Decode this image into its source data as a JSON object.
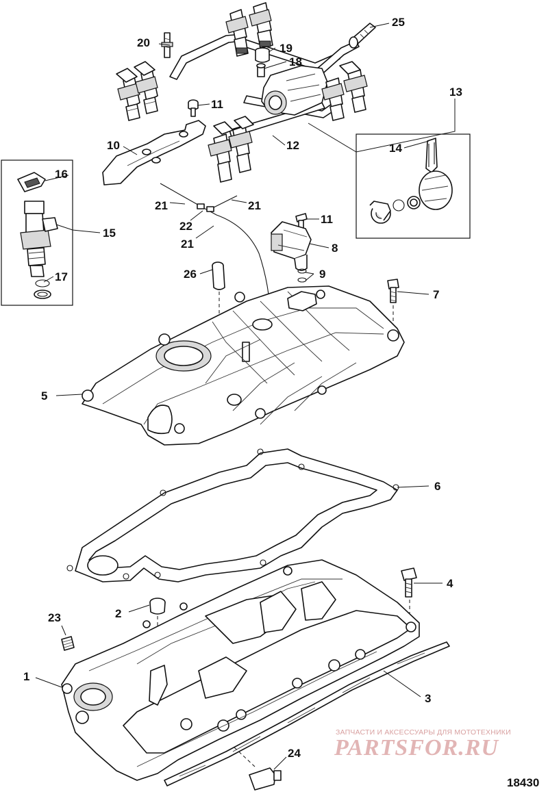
{
  "part_numbers": [
    "1",
    "2",
    "3",
    "4",
    "5",
    "6",
    "7",
    "8",
    "9",
    "10",
    "11",
    "11",
    "12",
    "13",
    "14",
    "15",
    "16",
    "17",
    "18",
    "19",
    "20",
    "21",
    "21",
    "21",
    "22",
    "23",
    "24",
    "25",
    "26"
  ],
  "watermark": {
    "caption": "ЗАПЧАСТИ И АКСЕССУАРЫ ДЛЯ МОТОТЕХНИКИ",
    "logo": "PARTSFOR.RU"
  },
  "figure_number": "18430",
  "colors": {
    "line": "#111111",
    "watermark": "#e2b5b5"
  }
}
